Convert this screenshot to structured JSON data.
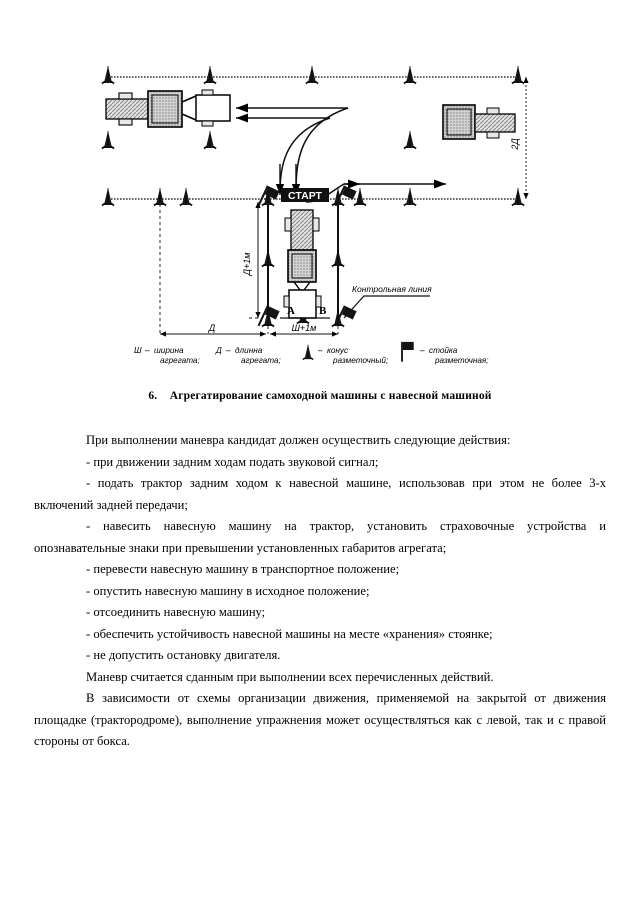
{
  "figure": {
    "name": "tractor-implement-hitching-diagram",
    "start_label": "СТАРТ",
    "control_line_label": "Контрольная линия",
    "point_a_label": "А",
    "point_b_label": "В",
    "dimensions": {
      "height_outer": "2Д",
      "length_inner": "Д+1м",
      "width_left": "Д",
      "width_box": "Ш+1м"
    },
    "legend": [
      {
        "symbol": "Ш",
        "dash": "–",
        "line1": "ширина",
        "line2": "агрегата;"
      },
      {
        "symbol": "Д",
        "dash": "–",
        "line1": "длинна",
        "line2": "агрегата;"
      },
      {
        "symbol": "cone-icon",
        "dash": "–",
        "line1": "конус",
        "line2": "разметочный;"
      },
      {
        "symbol": "flag-post-icon",
        "dash": "–",
        "line1": "стойка",
        "line2": "разметочная;"
      }
    ],
    "colors": {
      "ink": "#000000",
      "fill_light": "#d9d9d9",
      "fill_mid": "#b8b8b8",
      "paper": "#ffffff"
    }
  },
  "heading": {
    "number": "6.",
    "title": "Агрегатирование самоходной машины с навесной машиной"
  },
  "body": {
    "intro": "При выполнении маневра кандидат должен осуществить следующие действия:",
    "items": [
      "- при движении задним ходам подать звуковой сигнал;",
      "- подать трактор задним ходом к навесной машине, использовав при этом не более 3-х включений задней передачи;",
      "- навесить навесную машину на трактор, установить страховочные устройства и опознавательные знаки при превышении установленных габаритов агрегата;",
      "- перевести навесную машину в транспортное положение;",
      "- опустить навесную машину в исходное положение;",
      "- отсоединить навесную машину;",
      "- обеспечить устойчивость навесной машины на месте «хранения» стоянке;",
      "- не допустить остановку двигателя."
    ],
    "closing_1": "Маневр считается сданным при выполнении всех перечисленных действий.",
    "closing_2": "В зависимости от схемы организации движения, применяемой на закрытой от движения площадке (трактородроме), выполнение упражнения может осуществляться как с левой, так и с правой стороны от бокса."
  }
}
